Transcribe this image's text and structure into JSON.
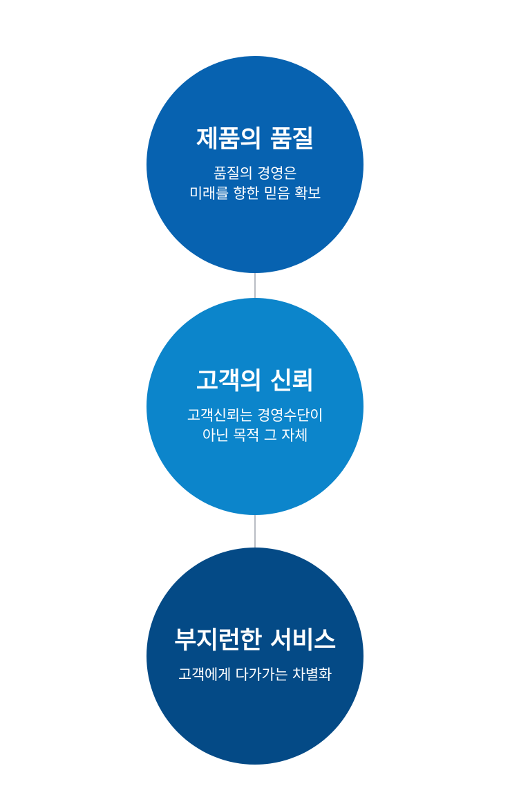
{
  "diagram": {
    "nodes": [
      {
        "title": "제품의 품질",
        "lines": [
          "품질의 경영은",
          "미래를 향한 믿음 확보"
        ],
        "color": "#0762b0"
      },
      {
        "title": "고객의 신뢰",
        "lines": [
          "고객신뢰는 경영수단이",
          "아닌 목적 그 자체"
        ],
        "color": "#0c85cb"
      },
      {
        "title": "부지런한 서비스",
        "lines": [
          "고객에게 다가가는 차별화"
        ],
        "color": "#044a86"
      }
    ],
    "connector_color": "#b9bcc4"
  }
}
